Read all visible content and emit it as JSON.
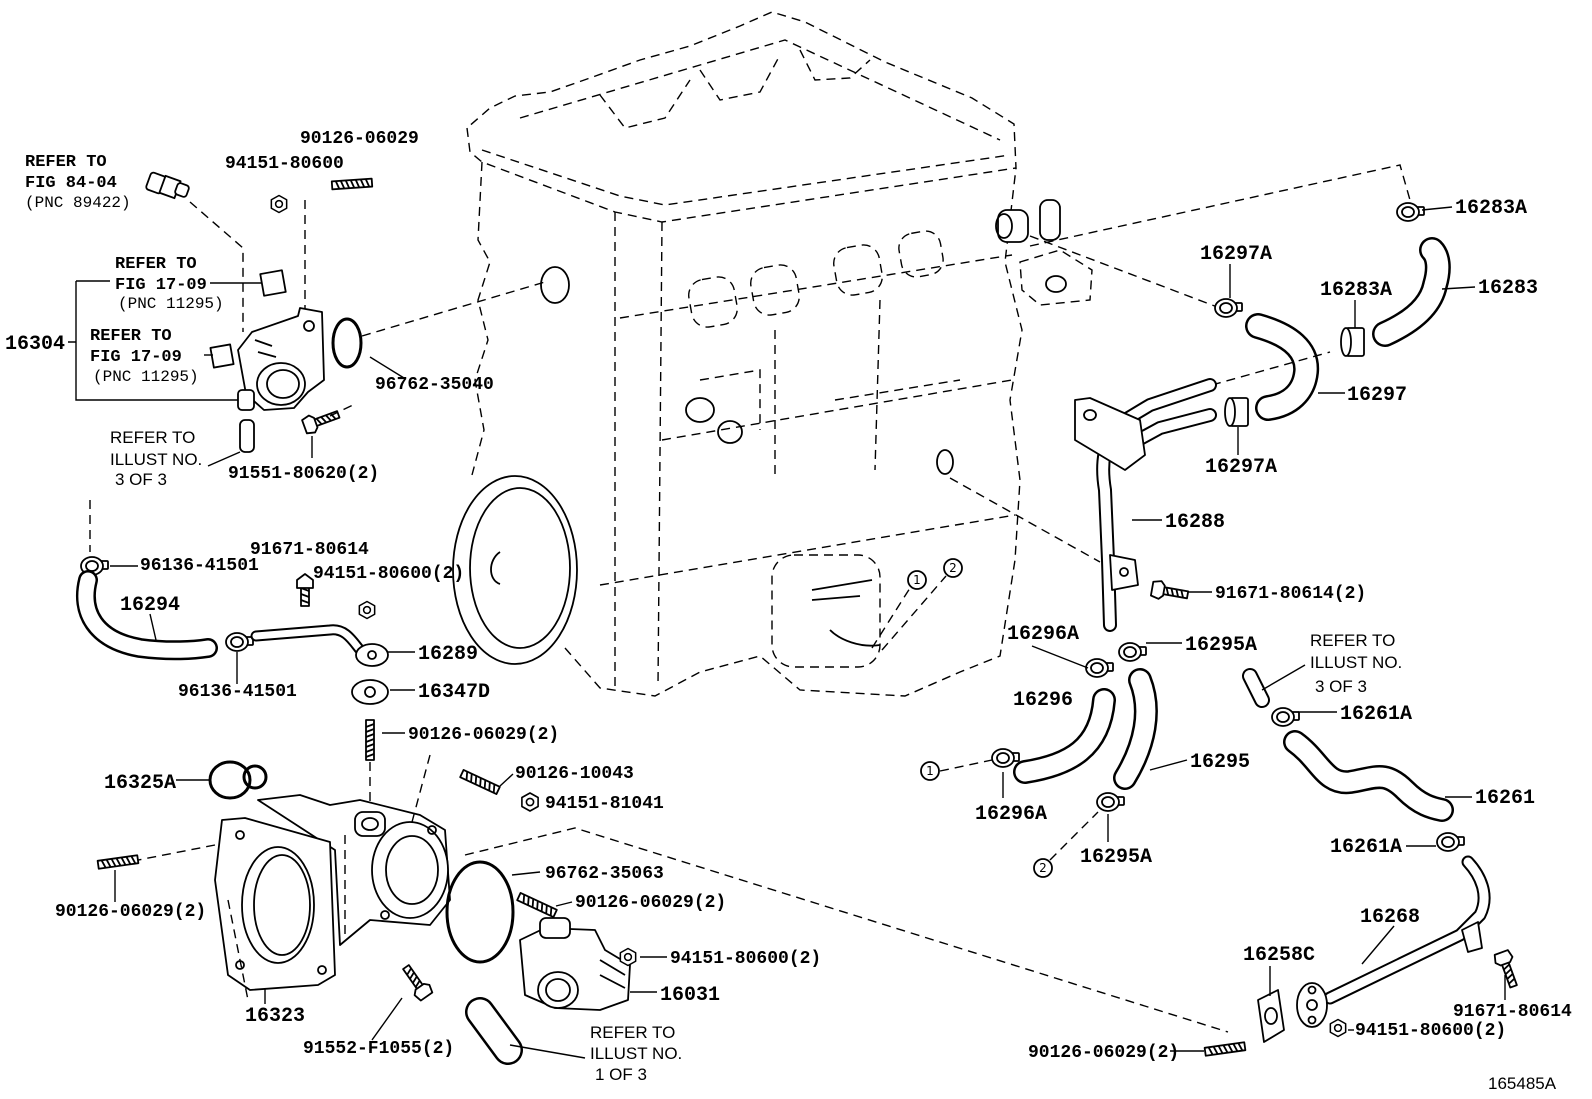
{
  "figure_code": "165485A",
  "markers": {
    "one": "1",
    "two": "2"
  },
  "notes": [
    {
      "lines": [
        "REFER TO",
        "FIG 84-04",
        "(PNC 89422)"
      ]
    },
    {
      "lines": [
        "REFER TO",
        "FIG 17-09",
        "(PNC 11295)"
      ]
    },
    {
      "lines": [
        "REFER TO",
        "FIG 17-09",
        "(PNC 11295)"
      ]
    },
    {
      "lines": [
        "REFER TO",
        "ILLUST NO.",
        "3 OF 3"
      ]
    },
    {
      "lines": [
        "REFER TO",
        "ILLUST NO.",
        "3 OF 3"
      ]
    },
    {
      "lines": [
        "REFER TO",
        "ILLUST NO.",
        "1 OF 3"
      ]
    }
  ],
  "part_numbers": [
    "90126-06029",
    "94151-80600",
    "16304",
    "96762-35040",
    "91551-80620(2)",
    "91671-80614",
    "96136-41501",
    "94151-80600(2)",
    "16294",
    "16289",
    "96136-41501",
    "16347D",
    "90126-06029(2)",
    "16325A",
    "90126-10043",
    "94151-81041",
    "96762-35063",
    "90126-06029(2)",
    "90126-06029(2)",
    "94151-80600(2)",
    "16031",
    "16323",
    "91552-F1055(2)",
    "16283A",
    "16297A",
    "16283A",
    "16283",
    "16297",
    "16297A",
    "16288",
    "91671-80614(2)",
    "16296A",
    "16295A",
    "16296",
    "16261A",
    "16295",
    "16261",
    "16296A",
    "16261A",
    "16295A",
    "16268",
    "16258C",
    "91671-80614",
    "94151-80600(2)",
    "90126-06029(2)"
  ]
}
